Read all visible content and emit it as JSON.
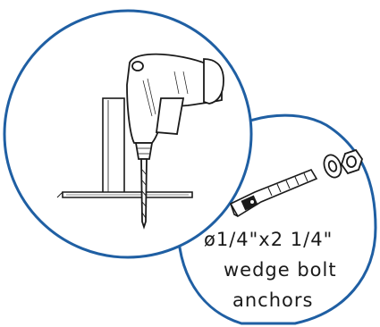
{
  "caption": {
    "line1": "ø1/4\"x2 1/4\"",
    "line2": "wedge bolt",
    "line3": "anchors"
  },
  "colors": {
    "circle_stroke": "#1f5fa3",
    "ink": "#1a1a1a",
    "background": "#ffffff"
  },
  "icons": [
    "drill-icon",
    "post-icon",
    "wedge-bolt-anchor-icon",
    "washer-icon",
    "hex-nut-icon"
  ]
}
